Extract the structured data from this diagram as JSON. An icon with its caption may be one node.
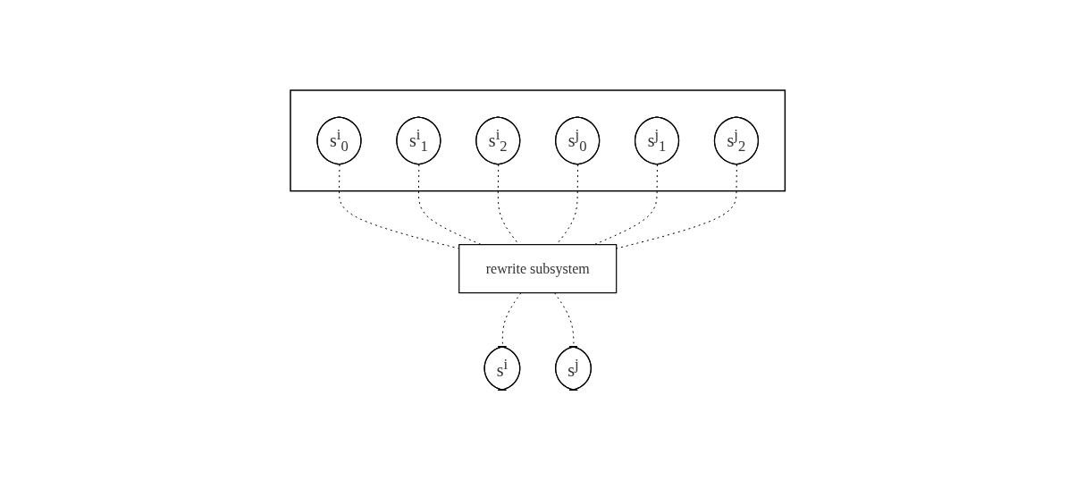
{
  "diagram": {
    "nodes": [
      {
        "text": [],
        "shape": "box"
      },
      {
        "text": [
          "s$^{i}$$_{0}$"
        ],
        "in": 0
      },
      {
        "text": [
          "s$^{i}$$_{1}$"
        ],
        "in": 0
      },
      {
        "text": [
          "s$^{i}$$_{2}$"
        ],
        "in": 0
      },
      {
        "text": [
          "s$^{j}$$_{0}$"
        ],
        "in": 0
      },
      {
        "text": [
          "s$^{j}$$_{1}$"
        ],
        "in": 0
      },
      {
        "text": [
          "s$^{j}$$_{2}$"
        ],
        "in": 0
      },
      {
        "text": [
          "rewrite subsystem"
        ]
      },
      {
        "text": [
          "s$^{i}$"
        ]
      },
      {
        "text": [
          "s$^{j}$"
        ]
      }
    ],
    "edges": [
      {
        "from": 1,
        "to": 7,
        "arrow": "none",
        "style": "dashed"
      },
      {
        "from": 2,
        "to": 7,
        "arrow": "none",
        "style": "dashed"
      },
      {
        "from": 3,
        "to": 7,
        "arrow": "none",
        "style": "dashed"
      },
      {
        "from": 4,
        "to": 7,
        "arrow": "none",
        "style": "dashed"
      },
      {
        "from": 5,
        "to": 7,
        "arrow": "none",
        "style": "dashed"
      },
      {
        "from": 6,
        "to": 7,
        "arrow": "none",
        "style": "dashed"
      },
      {
        "from": 7,
        "to": 8,
        "arrow": "none",
        "style": "dashed"
      },
      {
        "from": 7,
        "to": 9,
        "arrow": "none",
        "style": "dashed"
      }
    ]
  }
}
